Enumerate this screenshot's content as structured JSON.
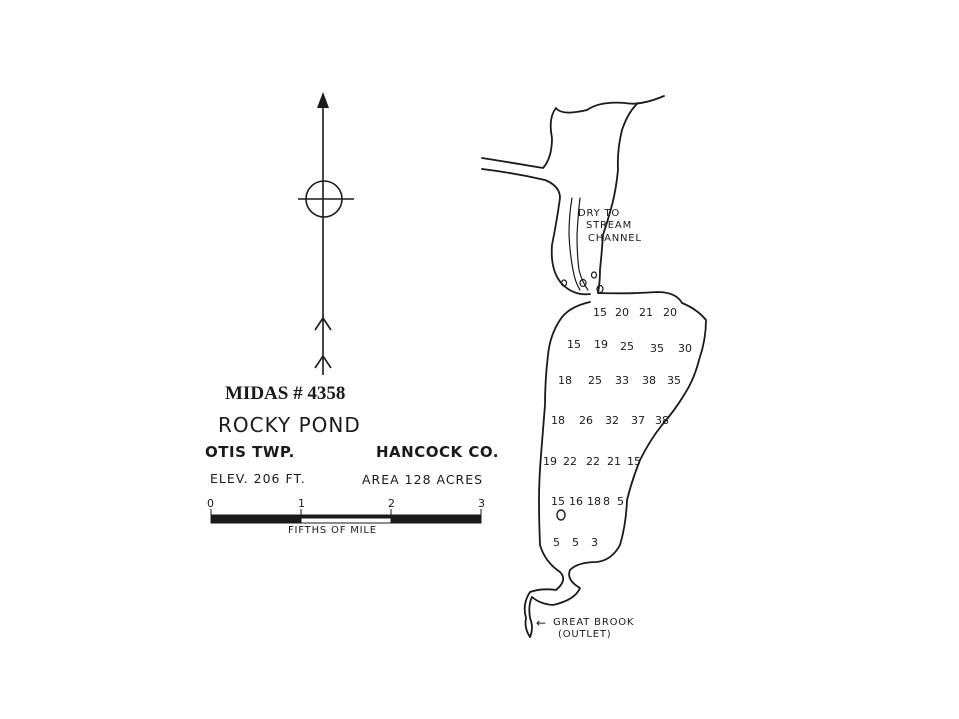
{
  "title": {
    "midas": "MIDAS # 4358",
    "pond_name": "ROCKY POND",
    "township": "OTIS TWP.",
    "county": "HANCOCK CO.",
    "elevation": "ELEV. 206 FT.",
    "area": "AREA 128 ACRES"
  },
  "scale_bar": {
    "ticks": [
      "0",
      "1",
      "2",
      "3"
    ],
    "unit_label": "FIFTHS OF MILE"
  },
  "annotations": {
    "dry_channel": [
      "DRY TO",
      "STREAM",
      "CHANNEL"
    ],
    "outlet": [
      "GREAT BROOK",
      "(OUTLET)"
    ],
    "outlet_arrow": "←"
  },
  "depth_rows": [
    [
      "15",
      "20",
      "21",
      "20"
    ],
    [
      "15",
      "19",
      "25",
      "35",
      "30"
    ],
    [
      "18",
      "25",
      "33",
      "38",
      "35"
    ],
    [
      "18",
      "26",
      "32",
      "37",
      "38"
    ],
    [
      "19",
      "22",
      "22",
      "21",
      "15"
    ],
    [
      "15",
      "16",
      "18",
      "8",
      "5"
    ],
    [
      "5",
      "5",
      "3"
    ]
  ],
  "icons": {
    "north_arrow": "north-arrow-icon",
    "compass_circle": "compass-circle-icon"
  },
  "colors": {
    "ink": "#1a1a1a",
    "paper": "#ffffff"
  }
}
